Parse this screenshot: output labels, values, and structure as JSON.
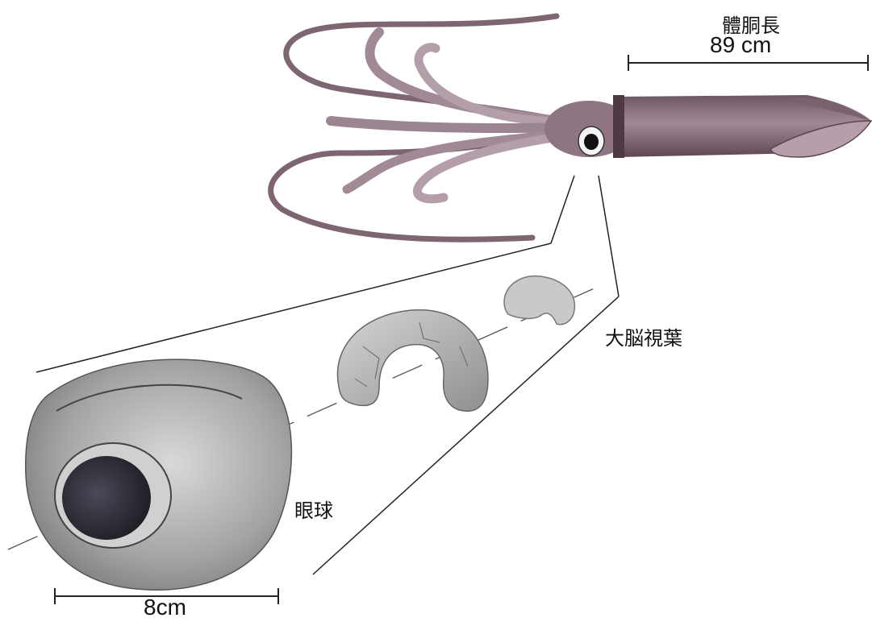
{
  "labels": {
    "mantle_title": "體胴長",
    "mantle_length": "89 cm",
    "brain_label": "大脳視葉",
    "eye_label": "眼球",
    "eye_size": "8cm"
  },
  "colors": {
    "squid_body": "#8a6f7c",
    "squid_dark": "#5c4552",
    "eyeball_gray": "#9a9a9a",
    "pupil": "#3a3a44",
    "brain_gray": "#bdbdbd",
    "line": "#222222"
  }
}
